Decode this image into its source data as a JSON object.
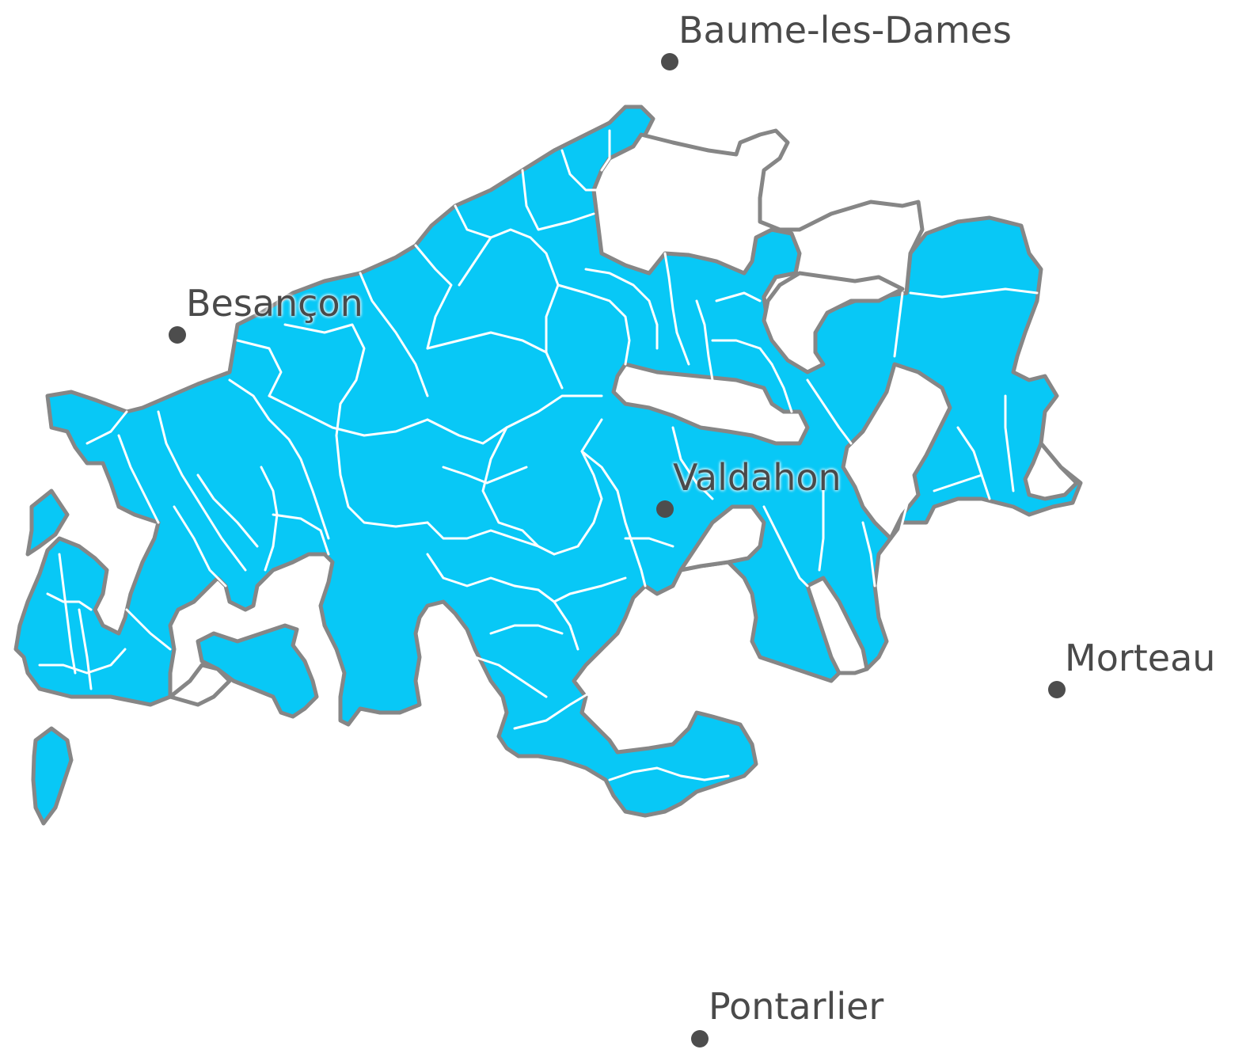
{
  "map": {
    "fill_color": "#08c8f6",
    "outline_color": "#868686",
    "commune_border_color": "#ffffff",
    "cities": [
      {
        "id": "baume-les-dames",
        "name": "Baume-les-Dames"
      },
      {
        "id": "besancon",
        "name": "Besançon"
      },
      {
        "id": "valdahon",
        "name": "Valdahon"
      },
      {
        "id": "morteau",
        "name": "Morteau"
      },
      {
        "id": "pontarlier",
        "name": "Pontarlier"
      }
    ]
  }
}
